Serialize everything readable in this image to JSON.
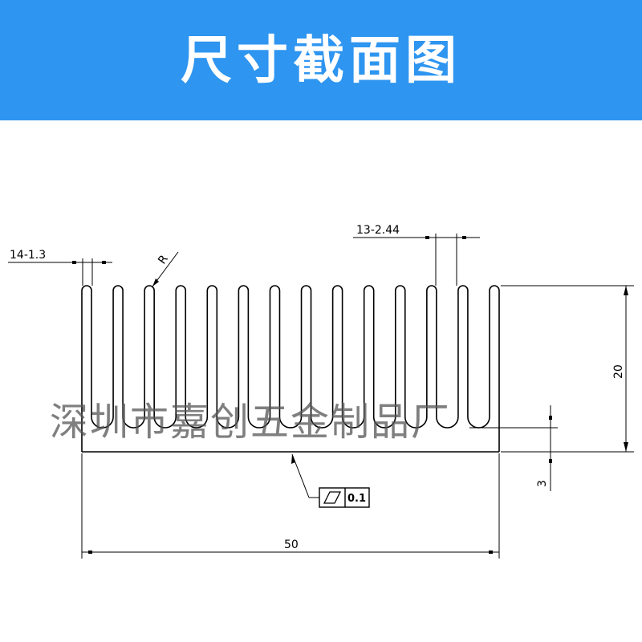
{
  "banner": {
    "title": "尺寸截面图",
    "color": "#2e95f0",
    "text_color": "#ffffff"
  },
  "drawing": {
    "fin_count": 14,
    "fin_radius_label": "R",
    "dimensions": {
      "fin_thickness": "14-1.3",
      "fin_gap": "13-2.44",
      "height": "20",
      "base_thickness": "3",
      "width": "50"
    },
    "flatness_tolerance": {
      "icon": "parallelogram-flatness-icon",
      "value": "0.1"
    }
  },
  "watermark": "深圳市嘉创五金制品厂"
}
